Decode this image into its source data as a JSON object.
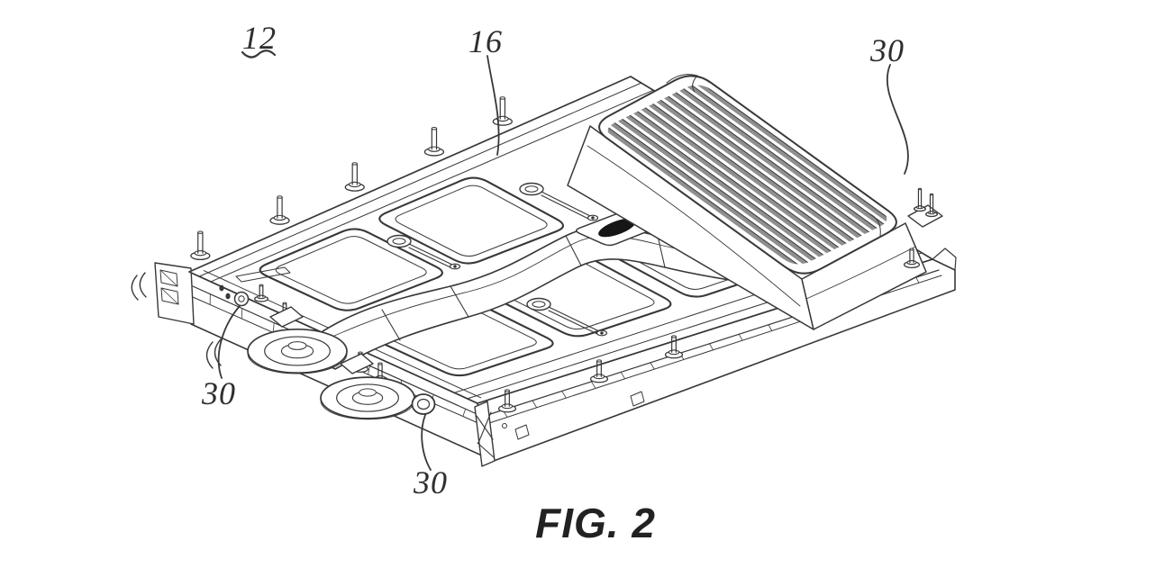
{
  "figure": {
    "caption": "FIG. 2",
    "reference_labels": [
      {
        "ref": "12"
      },
      {
        "ref": "16"
      },
      {
        "ref": "30"
      },
      {
        "ref": "30"
      },
      {
        "ref": "30"
      }
    ],
    "colors": {
      "ink": "#383838",
      "paper": "#ffffff",
      "rib_shading": "#8f8f8f",
      "connector_fill": "#161616"
    }
  }
}
